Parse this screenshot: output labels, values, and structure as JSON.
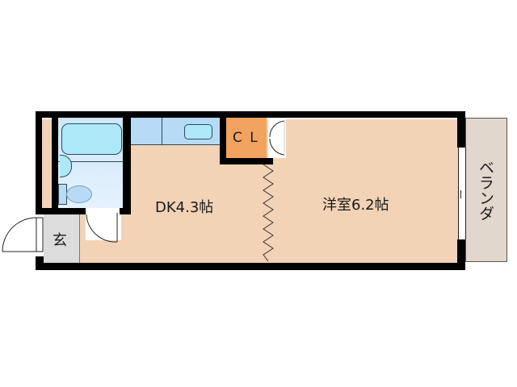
{
  "floor_plan": {
    "rooms": {
      "dk": {
        "label": "DK4.3帖",
        "color": "#f2d3b6"
      },
      "western_room": {
        "label": "洋室6.2帖",
        "color": "#f2d3b6"
      },
      "closet": {
        "label": "C L",
        "color": "#f2a35f"
      },
      "entrance": {
        "label": "玄",
        "color": "#dcdcdc"
      },
      "balcony": {
        "label": "ベランダ",
        "color": "#e2d7cd"
      },
      "bathroom": {
        "color": "#cfe6fb"
      }
    },
    "colors": {
      "wall": "#000000",
      "fixture_blue": "#b7dbf7",
      "fixture_cyan": "#aee9f9"
    }
  }
}
